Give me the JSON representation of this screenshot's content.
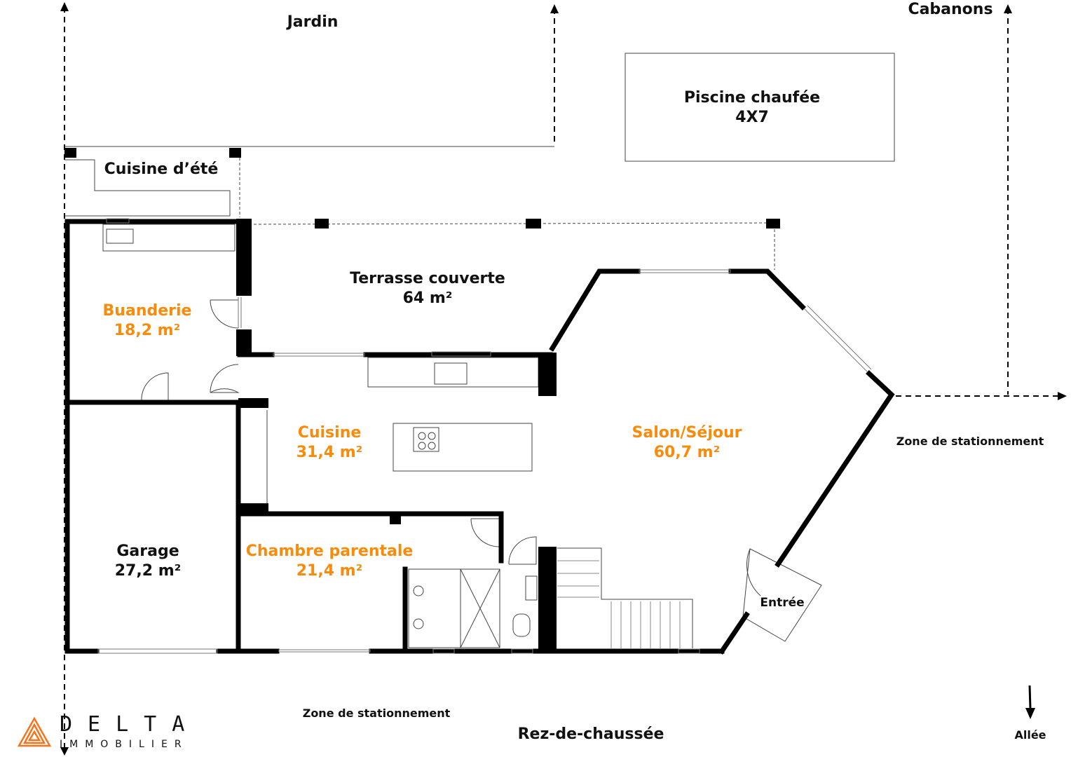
{
  "plan": {
    "title": "Rez-de-chaussée",
    "outside": {
      "garden": "Jardin",
      "sheds": "Cabanons",
      "pool_name": "Piscine chaufée",
      "pool_size": "4X7",
      "summer_kitchen": "Cuisine d’été",
      "parking_right": "Zone de stationnement",
      "parking_bottom": "Zone de stationnement",
      "driveway": "Allée",
      "entrance": "Entrée"
    },
    "rooms": [
      {
        "name": "Terrasse couverte",
        "area": "64 m²"
      },
      {
        "name": "Buanderie",
        "area": "18,2 m²"
      },
      {
        "name": "Cuisine",
        "area": "31,4 m²"
      },
      {
        "name": "Salon/Séjour",
        "area": "60,7 m²"
      },
      {
        "name": "Garage",
        "area": "27,2 m²"
      },
      {
        "name": "Chambre parentale",
        "area": "21,4 m²"
      }
    ],
    "colors": {
      "room_label": "#f78b0c",
      "wall": "#000000",
      "logo": "#f7731c"
    }
  },
  "logo": {
    "line1": "DELTA",
    "line2": "IMMOBILIER"
  }
}
